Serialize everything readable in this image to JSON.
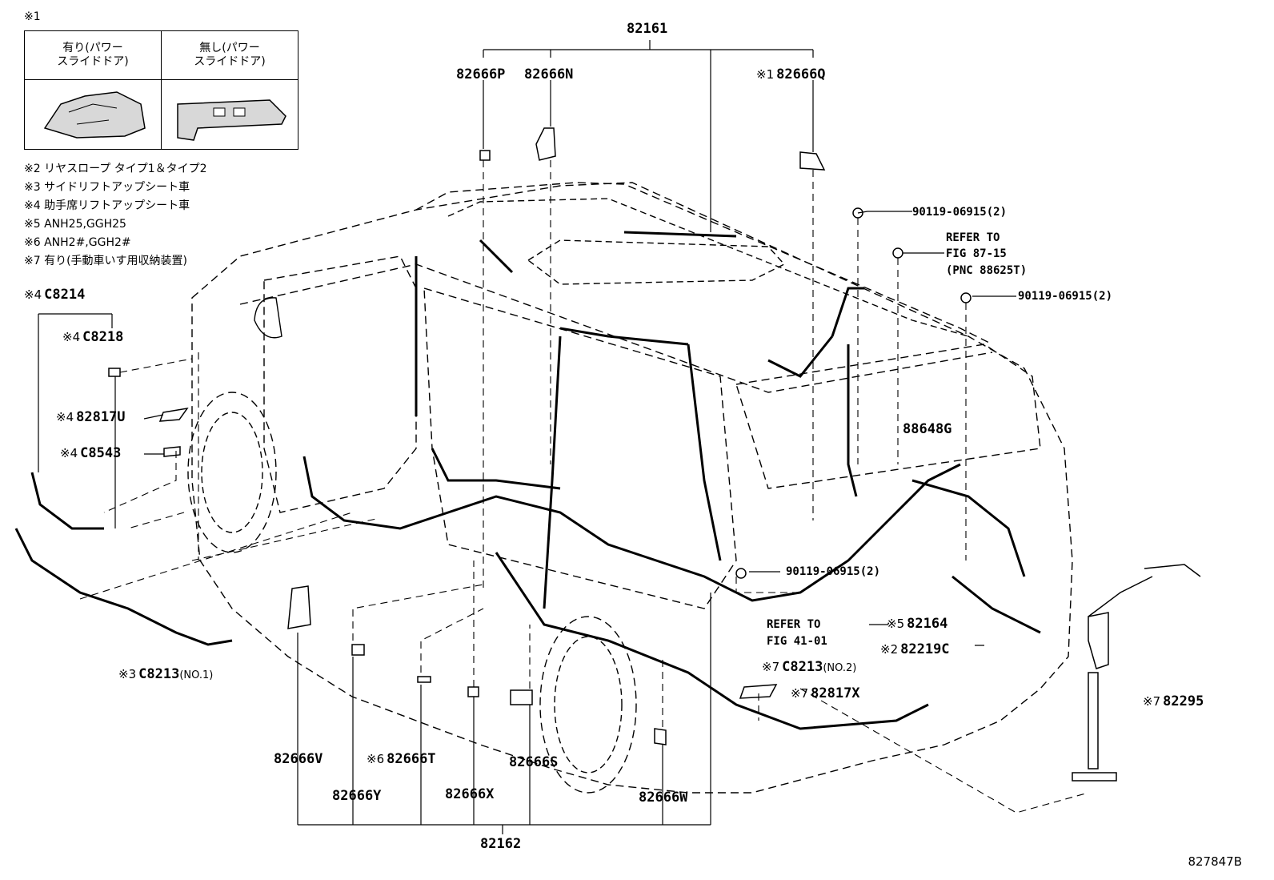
{
  "legend": {
    "ref": "※1",
    "col1": "有り(パワー\nスライドドア)",
    "col2": "無し(パワー\nスライドドア)"
  },
  "notes": [
    "※2 リヤスロープ タイプ1＆タイプ2",
    "※3 サイドリフトアップシート車",
    "※4 助手席リフトアップシート車",
    "※5 ANH25,GGH25",
    "※6 ANH2#,GGH2#",
    "※7 有り(手動車いす用収納装置)"
  ],
  "parts": {
    "p82161": "82161",
    "p82666P": "82666P",
    "p82666N": "82666N",
    "p82666Q": "82666Q",
    "p82666Q_mark": "※1",
    "bolt1": "90119-06915(2)",
    "refer1_a": "REFER TO",
    "refer1_b": "FIG 87-15",
    "refer1_c": "(PNC 88625T)",
    "bolt2": "90119-06915(2)",
    "c8214_mark": "※4",
    "c8214": "C8214",
    "c8218_mark": "※4",
    "c8218": "C8218",
    "p82817U_mark": "※4",
    "p82817U": "82817U",
    "c8543_mark": "※4",
    "c8543": "C8543",
    "p88648G": "88648G",
    "bolt3": "90119-06915(2)",
    "refer2_a": "REFER TO",
    "refer2_b": "FIG 41-01",
    "p82164_mark": "※5",
    "p82164": "82164",
    "p82219C_mark": "※2",
    "p82219C": "82219C",
    "c8213_2_mark": "※7",
    "c8213_2": "C8213",
    "c8213_2_sub": "(NO.2)",
    "p82817X_mark": "※7",
    "p82817X": "82817X",
    "c8213_1_mark": "※3",
    "c8213_1": "C8213",
    "c8213_1_sub": "(NO.1)",
    "p82295_mark": "※7",
    "p82295": "82295",
    "p82666V": "82666V",
    "p82666T_mark": "※6",
    "p82666T": "82666T",
    "p82666S": "82666S",
    "p82666Y": "82666Y",
    "p82666X": "82666X",
    "p82666W": "82666W",
    "p82162": "82162"
  },
  "figure_id": "827847B"
}
